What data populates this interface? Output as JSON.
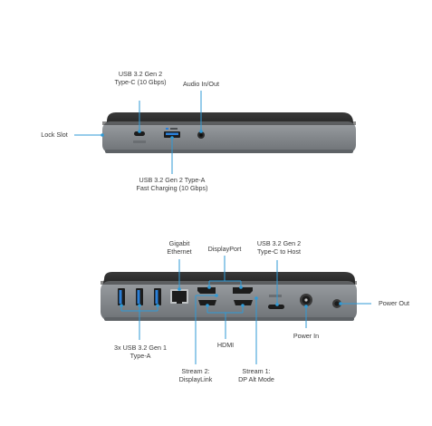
{
  "colors": {
    "callout": "#2f9ad6",
    "body_top": "#2b2b2b",
    "body_panel": "#84888c",
    "port_dark": "#1c1c1c",
    "usb_blue": "#2a7fd8",
    "label_text": "#3a3a3a"
  },
  "front_view": {
    "usb_c_label": [
      "USB 3.2 Gen 2",
      "Type-C (10 Gbps)"
    ],
    "audio_label": "Audio In/Out",
    "lock_label": "Lock Slot",
    "usb_a_label": [
      "USB 3.2 Gen 2 Type-A",
      "Fast Charging (10 Gbps)"
    ]
  },
  "rear_view": {
    "ethernet_label": [
      "Gigabit",
      "Ethernet"
    ],
    "displayport_label": "DisplayPort",
    "usb_c_host_label": [
      "USB 3.2 Gen 2",
      "Type-C to Host"
    ],
    "power_out_label": "Power Out",
    "power_in_label": "Power In",
    "usb_a_label": [
      "3x USB 3.2 Gen 1",
      "Type-A"
    ],
    "hdmi_label": "HDMI",
    "stream2_label": [
      "Stream 2:",
      "DisplayLink"
    ],
    "stream1_label": [
      "Stream 1:",
      "DP Alt Mode"
    ]
  }
}
